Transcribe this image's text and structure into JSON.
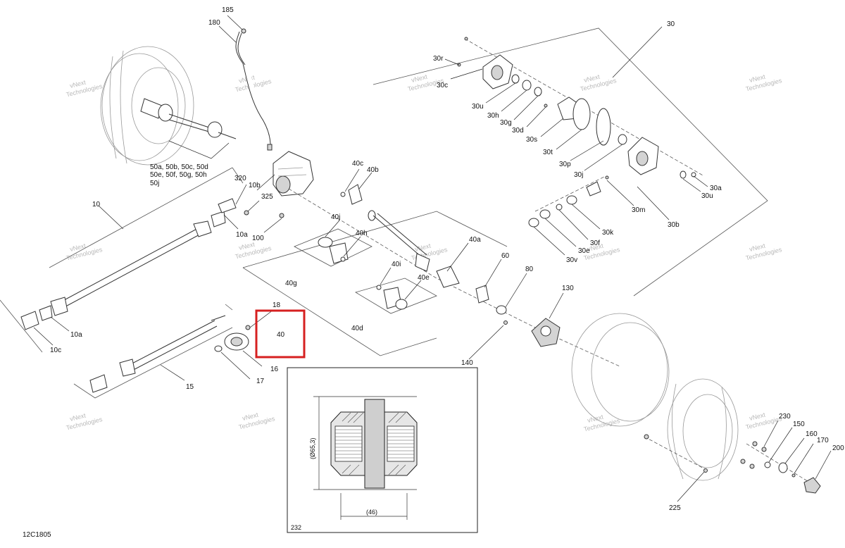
{
  "diagram": {
    "code": "12C1805",
    "detail_label": "232",
    "dim_diameter": "(Ø65,3)",
    "dim_length": "(46)",
    "watermark": [
      "vNext",
      "Technologies"
    ],
    "highlight_color": "#d62020",
    "callouts": {
      "c185": "185",
      "c180": "180",
      "c30": "30",
      "c30r": "30r",
      "c30c": "30c",
      "c30u_top": "30u",
      "c30h": "30h",
      "c30g": "30g",
      "c30d": "30d",
      "c30s": "30s",
      "c30t": "30t",
      "c30p": "30p",
      "c30j": "30j",
      "c30a": "30a",
      "c30u": "30u",
      "c30m": "30m",
      "c30b": "30b",
      "c30k": "30k",
      "c30f": "30f",
      "c30e": "30e",
      "c30v": "30v",
      "c50_1": "50a, 50b, 50c, 50d",
      "c50_2": "50e, 50f, 50g, 50h",
      "c50_3": "50j",
      "c320": "320",
      "c10b": "10b",
      "c325": "325",
      "c10": "10",
      "c10a_top": "10a",
      "c100": "100",
      "c10a": "10a",
      "c10c": "10c",
      "c40c": "40c",
      "c40b": "40b",
      "c40j": "40j",
      "c40h": "40h",
      "c40g": "40g",
      "c40a": "40a",
      "c40i": "40i",
      "c40e": "40e",
      "c40d": "40d",
      "c40": "40",
      "c60": "60",
      "c80": "80",
      "c130": "130",
      "c140": "140",
      "c18": "18",
      "c16": "16",
      "c17": "17",
      "c15": "15",
      "c230": "230",
      "c150": "150",
      "c160": "160",
      "c170": "170",
      "c200": "200",
      "c225": "225"
    }
  }
}
